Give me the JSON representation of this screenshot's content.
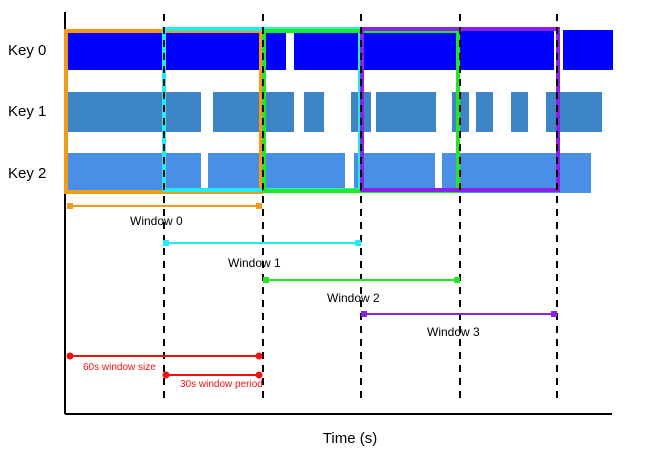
{
  "diagram": {
    "keys": [
      "Key 0",
      "Key 1",
      "Key 2"
    ],
    "windows": [
      {
        "label": "Window 0",
        "color": "#f29b1a"
      },
      {
        "label": "Window 1",
        "color": "#22ecf2"
      },
      {
        "label": "Window 2",
        "color": "#22e822"
      },
      {
        "label": "Window 3",
        "color": "#8a21e8"
      }
    ],
    "legend": {
      "window_size": "60s window size",
      "window_period": "30s window period",
      "color": "#ee1111"
    },
    "xlabel": "Time (s)",
    "colors": {
      "key0": "#0000ff",
      "key1": "#3d85c6",
      "key2": "#4a8fe6",
      "axis": "#000000"
    }
  }
}
